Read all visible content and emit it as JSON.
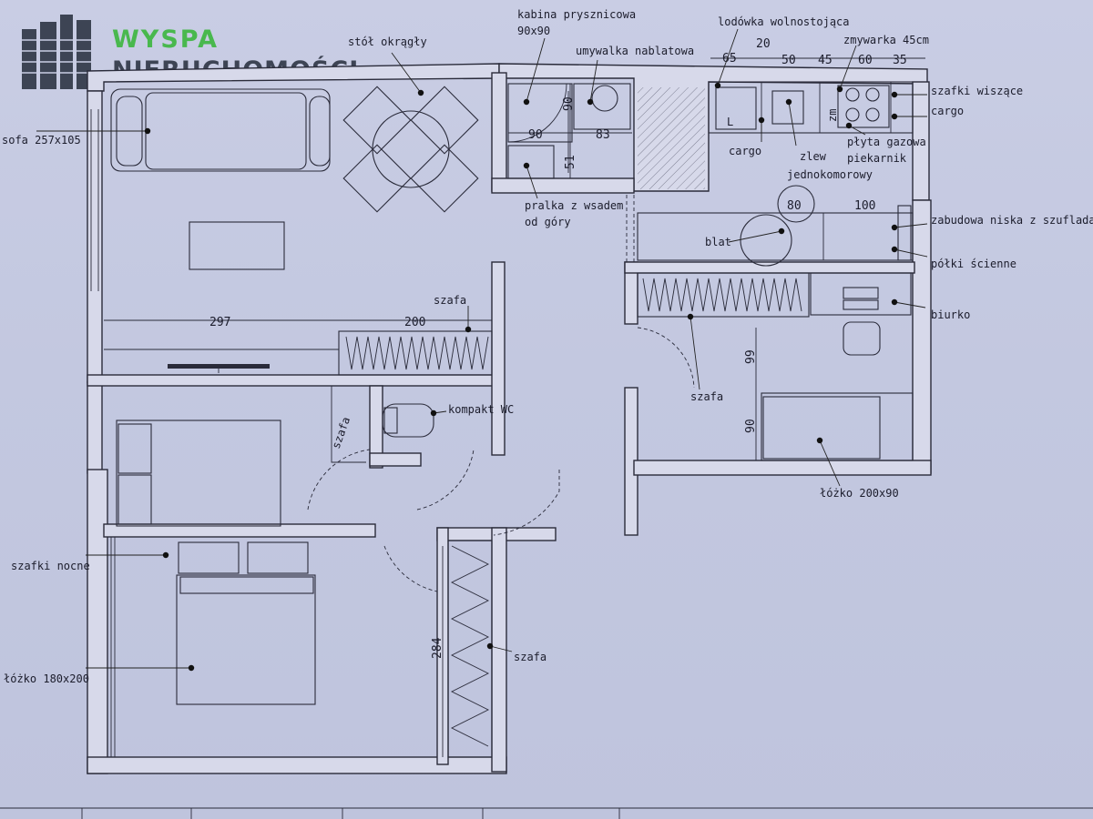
{
  "logo": {
    "line1": "WYSPA",
    "line2": "NIERUCHOMOŚCI",
    "colors": {
      "green": "#49b84e",
      "dark": "#3d4454"
    }
  },
  "labels": {
    "stol": "stół okrągły",
    "sofa": "sofa 257x105",
    "kabina1": "kabina prysznicowa",
    "kabina2": "90x90",
    "umywalka": "umywalka nablatowa",
    "lodowka": "lodówka wolnostojąca",
    "zmywarka": "zmywarka 45cm",
    "szafki_wiszace": "szafki wiszące",
    "cargo_right": "cargo",
    "plyta": "płyta gazowa",
    "piekarnik": "piekarnik",
    "zlew1": "zlew",
    "zlew2": "jednokomorowy",
    "cargo_left": "cargo",
    "kitchen_L": "L",
    "kitchen_zm": "zm",
    "pralka1": "pralka z wsadem",
    "pralka2": "od góry",
    "blat": "blat",
    "zabudowa": "zabudowa niska z szufladami",
    "polki": "półki ścienne",
    "biurko": "biurko",
    "szafa_living": "szafa",
    "kompakt": "kompakt WC",
    "szafa_hall_note": "szafa",
    "szafa_corr": "szafa",
    "lozko_single": "łóżko 200x90",
    "szafki_nocne": "szafki nocne",
    "lozko_double": "łóżko 180x200",
    "szafa_bed": "szafa"
  },
  "dimensions": {
    "d65": "65",
    "d20": "20",
    "d50": "50",
    "d45": "45",
    "d60": "60",
    "d35": "35",
    "bath90h": "90",
    "bath90v": "90",
    "bath83": "83",
    "bath51": "51",
    "d80": "80",
    "d100": "100",
    "d297": "297",
    "d200": "200",
    "d99": "99",
    "d90": "90",
    "d284": "284"
  }
}
